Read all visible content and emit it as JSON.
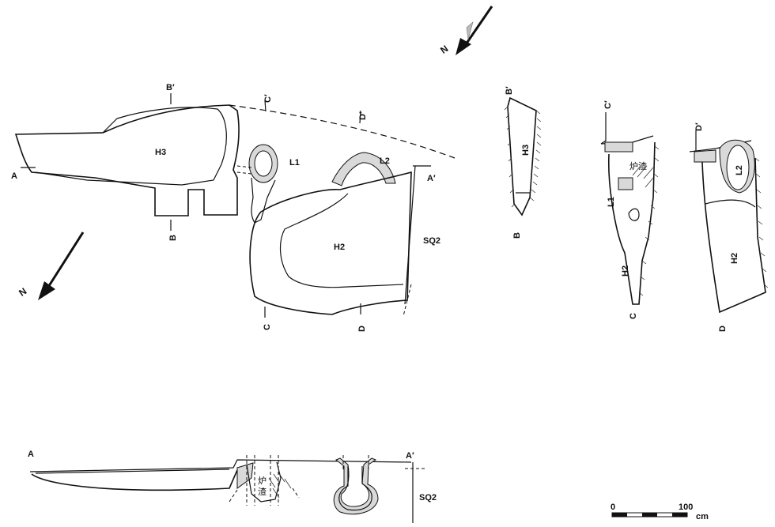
{
  "plan": {
    "north": "N",
    "features": {
      "h3": "H3",
      "h2": "H2",
      "l1": "L1",
      "l2": "L2",
      "sq2": "SQ2"
    },
    "section_marks": {
      "a": "A",
      "a_prime": "A′",
      "b": "B",
      "b_prime": "B′",
      "c": "C",
      "c_prime": "C′",
      "d": "D",
      "d_prime": "D′"
    }
  },
  "north_top": "N",
  "section_bb": {
    "top": "B′",
    "bottom": "B",
    "feature": "H3"
  },
  "section_cc": {
    "top": "C′",
    "bottom": "C",
    "l1": "L1",
    "h2": "H2",
    "slag": "炉渣"
  },
  "section_dd": {
    "top": "D′",
    "bottom": "D",
    "l2": "L2",
    "h2": "H2"
  },
  "section_aa": {
    "left": "A",
    "right": "A′",
    "sq2": "SQ2",
    "slag_1": "炉",
    "slag_2": "渣"
  },
  "scale": {
    "zero": "0",
    "max": "100",
    "unit": "cm"
  }
}
